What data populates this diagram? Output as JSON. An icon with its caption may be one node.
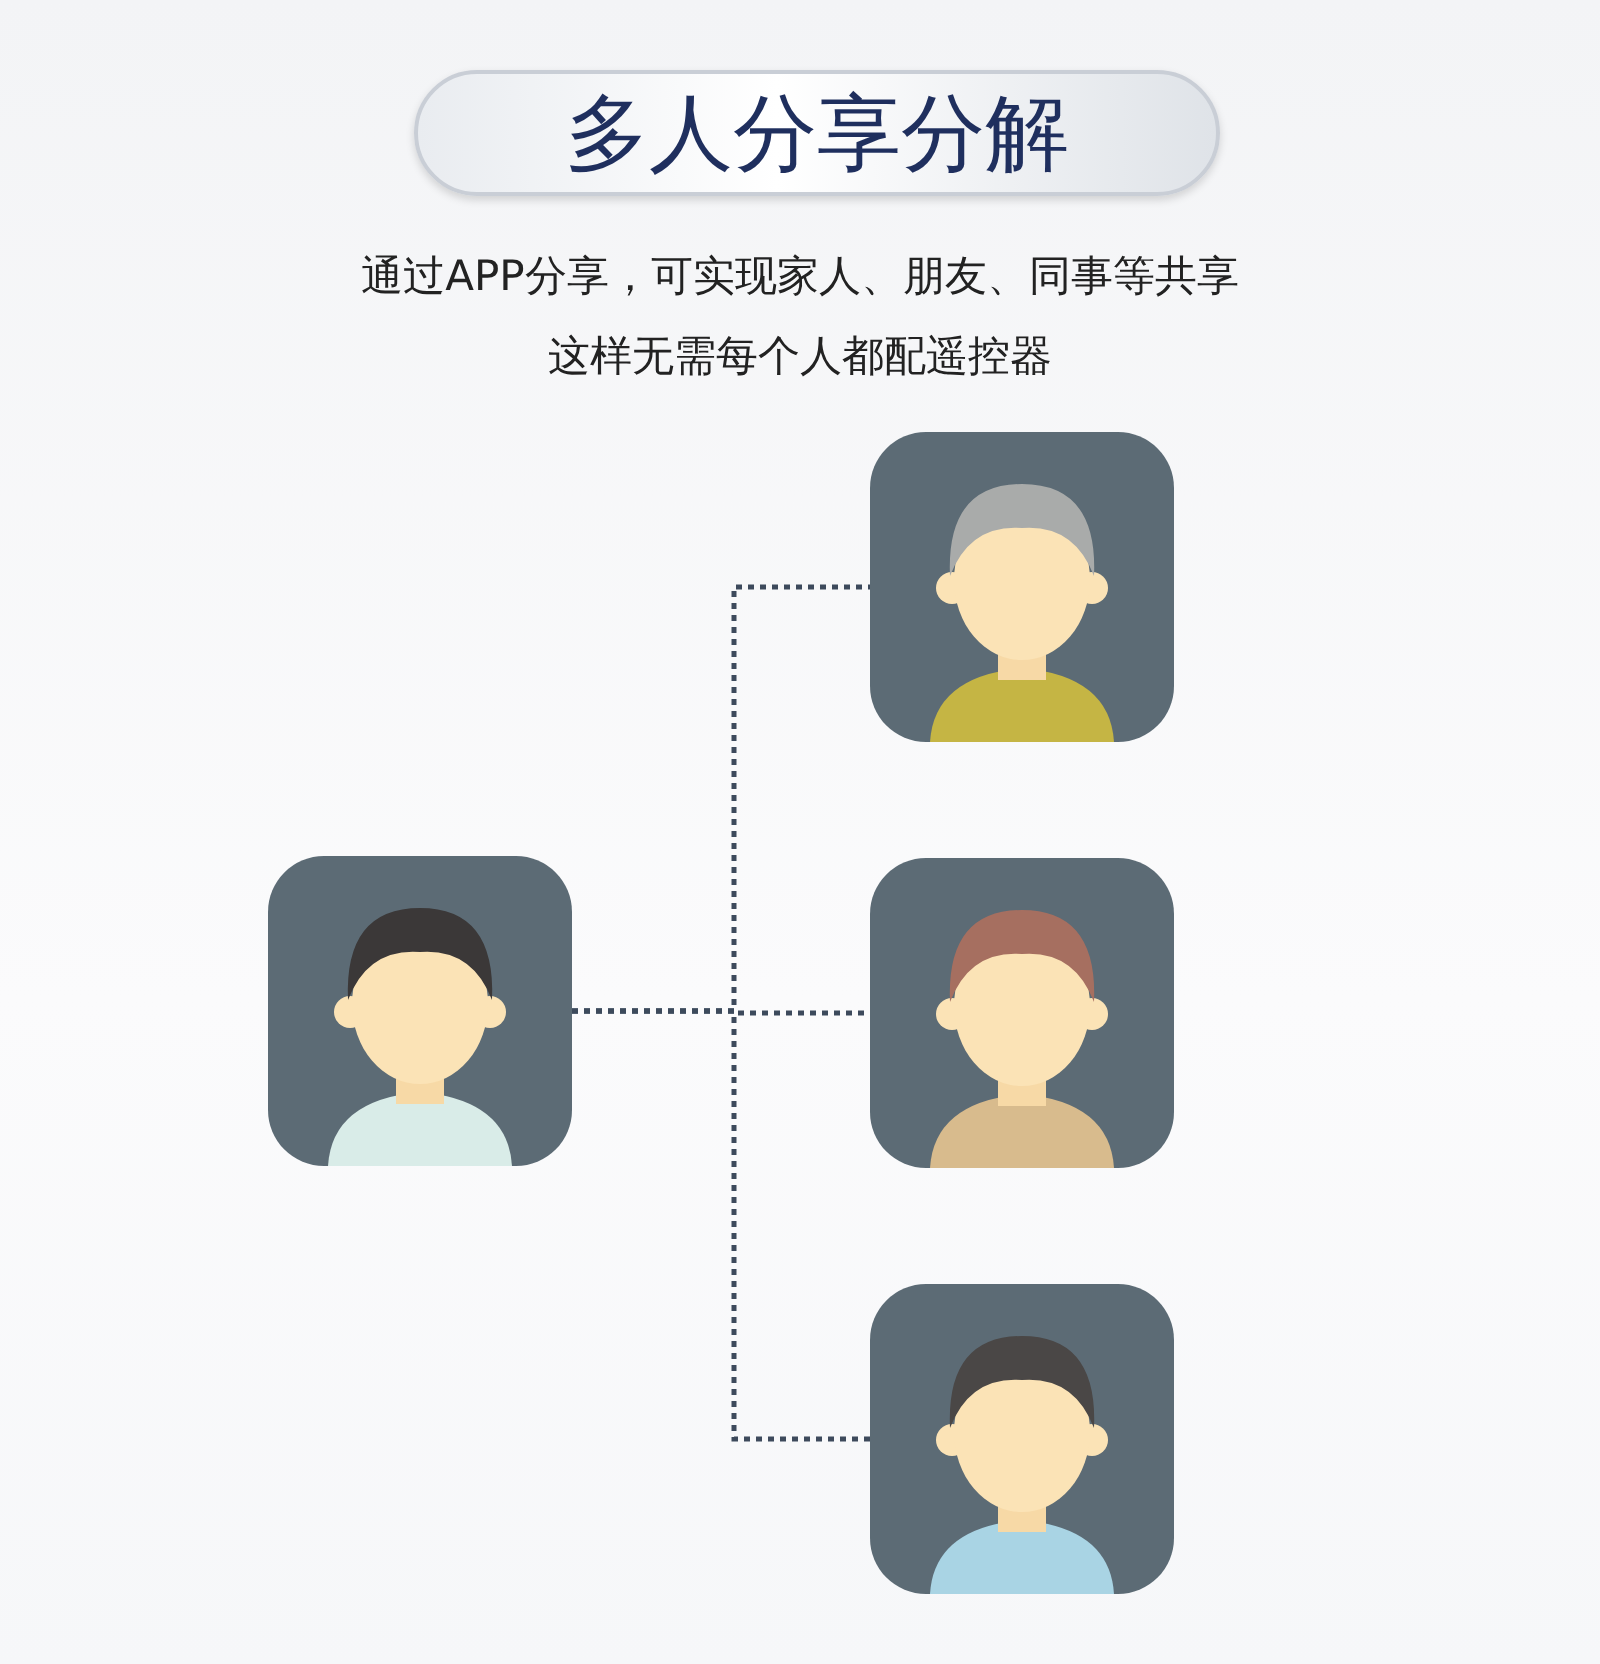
{
  "diagram": {
    "title": "多人分享分解",
    "nodes": [
      {
        "text": [],
        "shape": "picture"
      },
      {
        "text": [],
        "shape": "picture"
      },
      {
        "text": [],
        "shape": "picture"
      },
      {
        "text": [],
        "shape": "picture"
      }
    ],
    "edges": [
      {
        "from": 0,
        "to": 1,
        "arrow": "none",
        "style": "dashed"
      },
      {
        "from": 0,
        "to": 2,
        "arrow": "none",
        "style": "dashed"
      },
      {
        "from": 0,
        "to": 3,
        "arrow": "none",
        "style": "dashed"
      }
    ],
    "labels": [
      "通过APP分享，可实现家人、朋友、同事等共享",
      "这样无需每个人都配遥控器"
    ]
  }
}
